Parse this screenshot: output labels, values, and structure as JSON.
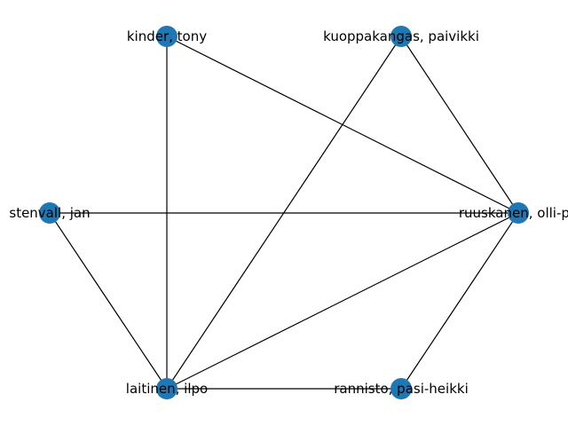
{
  "graph": {
    "node_color": "#1f77b4",
    "edge_color": "#000000",
    "nodes": [
      {
        "id": "kinder",
        "label": "kinder, tony"
      },
      {
        "id": "kuoppakangas",
        "label": "kuoppakangas, paivikki"
      },
      {
        "id": "stenvall",
        "label": "stenvall, jan"
      },
      {
        "id": "ruuskanen",
        "label": "ruuskanen, olli-pe"
      },
      {
        "id": "laitinen",
        "label": "laitinen, ilpo"
      },
      {
        "id": "rannisto",
        "label": "rannisto, pasi-heikki"
      }
    ],
    "edges": [
      [
        "kinder",
        "ruuskanen"
      ],
      [
        "kinder",
        "laitinen"
      ],
      [
        "kuoppakangas",
        "ruuskanen"
      ],
      [
        "kuoppakangas",
        "laitinen"
      ],
      [
        "stenvall",
        "ruuskanen"
      ],
      [
        "stenvall",
        "laitinen"
      ],
      [
        "ruuskanen",
        "laitinen"
      ],
      [
        "ruuskanen",
        "rannisto"
      ],
      [
        "laitinen",
        "rannisto"
      ]
    ]
  }
}
